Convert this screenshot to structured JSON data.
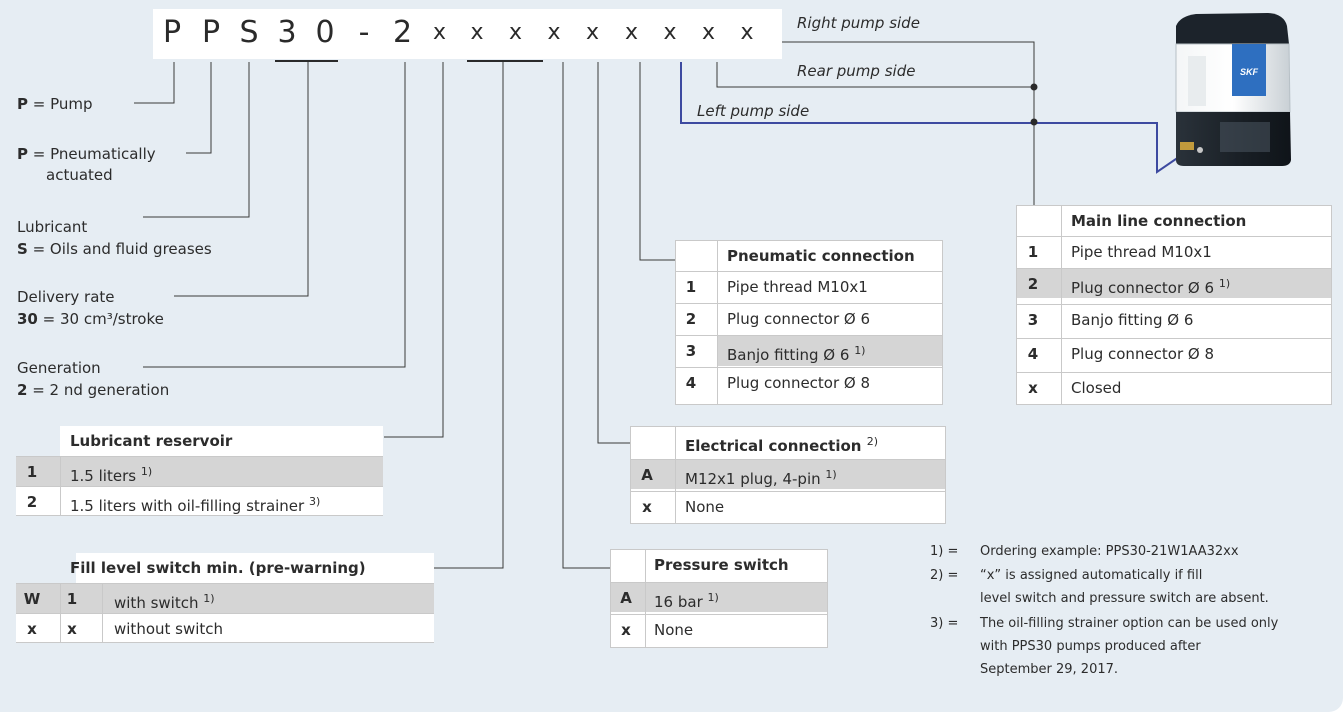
{
  "code": {
    "chars": [
      "P",
      "P",
      "S",
      "3",
      "0",
      "-",
      "2",
      "x",
      "x",
      "x",
      "x",
      "x",
      "x",
      "x",
      "x",
      "x"
    ]
  },
  "pump_sides": {
    "right": "Right pump side",
    "rear": "Rear pump side",
    "left": "Left pump side"
  },
  "legend": {
    "pump": {
      "key": "P",
      "eq": "= Pump"
    },
    "pneumatic": {
      "key": "P",
      "eq": "= Pneumatically",
      "line2": "actuated"
    },
    "lubricant": {
      "title": "Lubricant",
      "key": "S",
      "eq": "= Oils and fluid greases"
    },
    "delivery": {
      "title": "Delivery rate",
      "key": "30",
      "eq": "= 30 cm³/stroke"
    },
    "generation": {
      "title": "Generation",
      "key": "2",
      "eq": "= 2 nd generation"
    }
  },
  "tables": {
    "reservoir": {
      "title": "Lubricant reservoir",
      "rows": [
        {
          "code": "1",
          "text": "1.5 liters",
          "note": "1)"
        },
        {
          "code": "2",
          "text": "1.5 liters with oil-filling strainer",
          "note": "3)"
        }
      ]
    },
    "fill_level": {
      "title": "Fill level switch min. (pre-warning)",
      "rows": [
        {
          "code": "W",
          "code2": "1",
          "text": "with switch",
          "note": "1)"
        },
        {
          "code": "x",
          "code2": "x",
          "text": "without switch",
          "note": ""
        }
      ]
    },
    "pneumatic": {
      "title": "Pneumatic connection",
      "rows": [
        {
          "code": "1",
          "text": "Pipe thread M10x1",
          "note": ""
        },
        {
          "code": "2",
          "text": "Plug connector Ø 6",
          "note": ""
        },
        {
          "code": "3",
          "text": "Banjo fitting Ø 6",
          "note": "1)"
        },
        {
          "code": "4",
          "text": "Plug connector Ø 8",
          "note": ""
        }
      ]
    },
    "electrical": {
      "title": "Electrical connection",
      "title_note": "2)",
      "rows": [
        {
          "code": "A",
          "text": "M12x1 plug, 4-pin",
          "note": "1)"
        },
        {
          "code": "x",
          "text": "None",
          "note": ""
        }
      ]
    },
    "pressure": {
      "title": "Pressure switch",
      "rows": [
        {
          "code": "A",
          "text": "16 bar",
          "note": "1)"
        },
        {
          "code": "x",
          "text": "None",
          "note": ""
        }
      ]
    },
    "main_line": {
      "title": "Main line connection",
      "rows": [
        {
          "code": "1",
          "text": "Pipe thread M10x1",
          "note": ""
        },
        {
          "code": "2",
          "text": "Plug connector Ø 6",
          "note": "1)"
        },
        {
          "code": "3",
          "text": "Banjo fitting Ø 6",
          "note": ""
        },
        {
          "code": "4",
          "text": "Plug connector Ø 8",
          "note": ""
        },
        {
          "code": "x",
          "text": "Closed",
          "note": ""
        }
      ]
    }
  },
  "footnotes": [
    {
      "mark": "1) =",
      "lines": [
        "Ordering example: PPS30-21W1AA32xx"
      ]
    },
    {
      "mark": "2) =",
      "lines": [
        "“x” is assigned automatically if fill",
        "level switch and pressure switch are absent."
      ]
    },
    {
      "mark": "3) =",
      "lines": [
        "The oil-filling strainer option can be used only",
        "with PPS30 pumps produced after",
        "September 29, 2017."
      ]
    }
  ],
  "product": {
    "brand": "SKF"
  },
  "colors": {
    "background": "#e6edf3",
    "highlight_row": "#d5d5d5",
    "left_side_line": "#3d4aa0",
    "pump_body": "#1c232b",
    "brand_blue": "#2e6fc0"
  }
}
